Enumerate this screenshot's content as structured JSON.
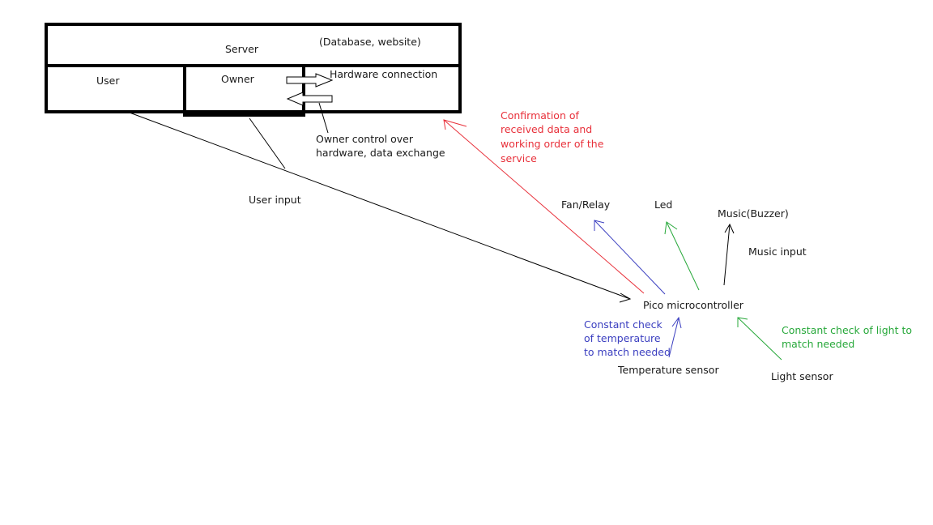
{
  "colors": {
    "black": "#000000",
    "red": "#e8303a",
    "blue": "#3b3fc0",
    "green": "#27a83a"
  },
  "server": {
    "title": "Server",
    "subtitle": "(Database, website)",
    "user": "User",
    "owner": "Owner",
    "hardware": "Hardware connection"
  },
  "notes": {
    "owner_control": [
      "Owner control over",
      "hardware, data exchange"
    ],
    "user_input": "User input",
    "confirmation": [
      "Confirmation of",
      "received data and",
      "working order of the",
      "service"
    ],
    "music_input": "Music input",
    "temp_check": [
      "Constant check",
      "of temperature",
      "to match needed"
    ],
    "light_check": [
      "Constant check of light to",
      "match needed"
    ]
  },
  "devices": {
    "pico": "Pico microcontroller",
    "fan": "Fan/Relay",
    "led": "Led",
    "music": "Music(Buzzer)",
    "temp_sensor": "Temperature sensor",
    "light_sensor": "Light sensor"
  }
}
